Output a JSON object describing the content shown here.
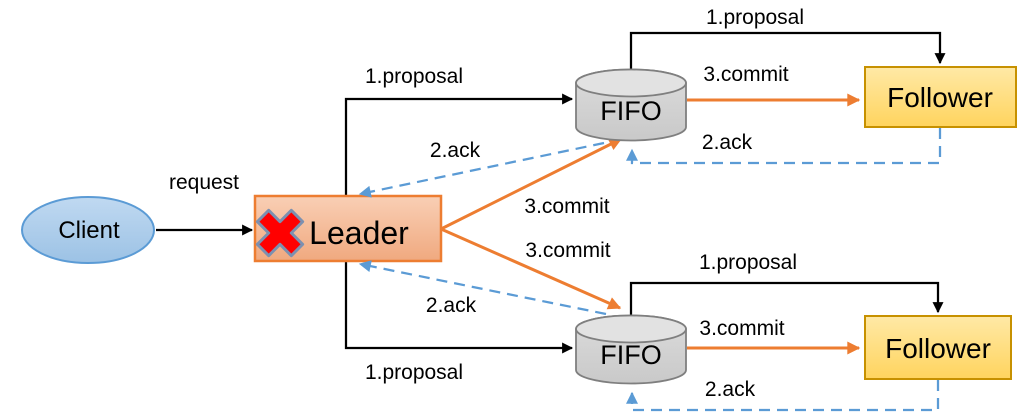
{
  "diagram": {
    "nodes": {
      "client": {
        "label": "Client"
      },
      "leader": {
        "label": "Leader",
        "status": "failed",
        "status_icon": "red-x-icon"
      },
      "fifo_top": {
        "label": "FIFO"
      },
      "follower_top": {
        "label": "Follower"
      },
      "fifo_bottom": {
        "label": "FIFO"
      },
      "follower_bottom": {
        "label": "Follower"
      }
    },
    "edges": {
      "request": "request",
      "proposal_leader_to_fifo_top": "1.proposal",
      "proposal_fifo_top_to_follower_top": "1.proposal",
      "ack_fifo_top_to_leader": "2.ack",
      "ack_follower_top_to_fifo_top": "2.ack",
      "commit_leader_to_fifo_top": "3.commit",
      "commit_fifo_top_to_follower_top": "3.commit",
      "proposal_leader_to_fifo_bottom": "1.proposal",
      "proposal_fifo_bottom_to_follower_bottom": "1.proposal",
      "ack_fifo_bottom_to_leader": "2.ack",
      "ack_follower_bottom_to_fifo_bottom": "2.ack",
      "commit_leader_to_fifo_bottom": "3.commit",
      "commit_fifo_bottom_to_follower_bottom": "3.commit"
    },
    "colors": {
      "proposal_line": "#000000",
      "ack_line": "#5B9BD5",
      "commit_line": "#ED7D31",
      "client_fill": "#A9CBEC",
      "client_border": "#5B9BD5",
      "leader_fill": "#F5BD98",
      "leader_border": "#ED7D31",
      "fifo_fill": "#D4D4D4",
      "fifo_border": "#7F7F7F",
      "follower_fill": "#FFD966",
      "follower_border": "#C79100",
      "failure_x": "#FF0000",
      "failure_x_outline": "#7C90B0"
    }
  }
}
